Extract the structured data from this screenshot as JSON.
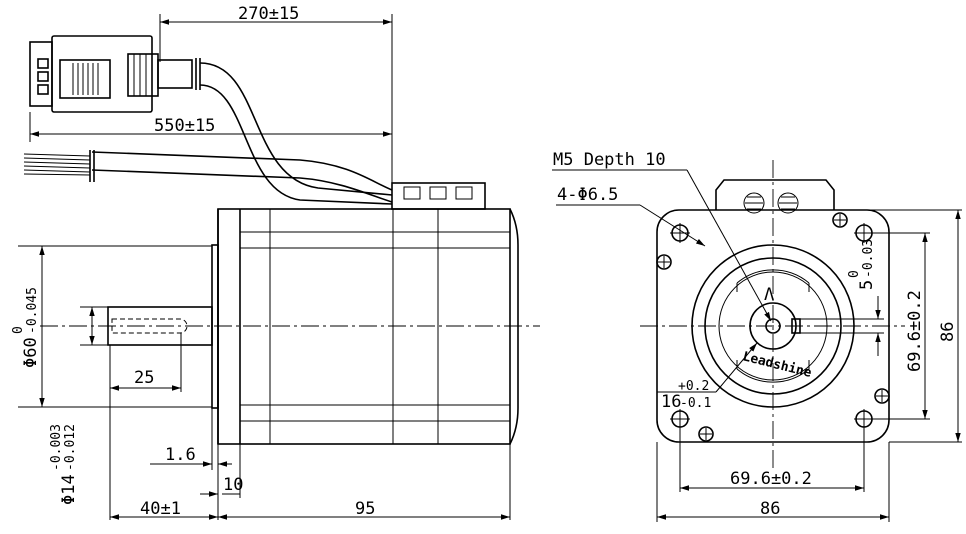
{
  "dimensions": {
    "cable_short": "270±15",
    "cable_long": "550±15",
    "flange_thickness": "10",
    "pilot_length": "1.6",
    "shaft_extension": "40±1",
    "body_length": "95",
    "key_length": "25",
    "pilot_dia_prefix": "Φ60",
    "pilot_dia_upper": "0",
    "pilot_dia_lower": "-0.045",
    "shaft_dia_prefix": "Φ14",
    "shaft_dia_upper": "-0.003",
    "shaft_dia_lower": "-0.012",
    "tap_note": "M5 Depth 10",
    "holes_note": "4-Φ6.5",
    "key_height_prefix": "16",
    "key_height_upper": "+0.2",
    "key_height_lower": "-0.1",
    "key_width_prefix": "5",
    "key_width_upper": "0",
    "key_width_lower": "-0.03",
    "bolt_circle_h": "69.6±0.2",
    "bolt_circle_v": "69.6±0.2",
    "flange_width": "86",
    "flange_height": "86"
  },
  "logo": {
    "brand": "Leadshine",
    "mark": "Λ"
  }
}
